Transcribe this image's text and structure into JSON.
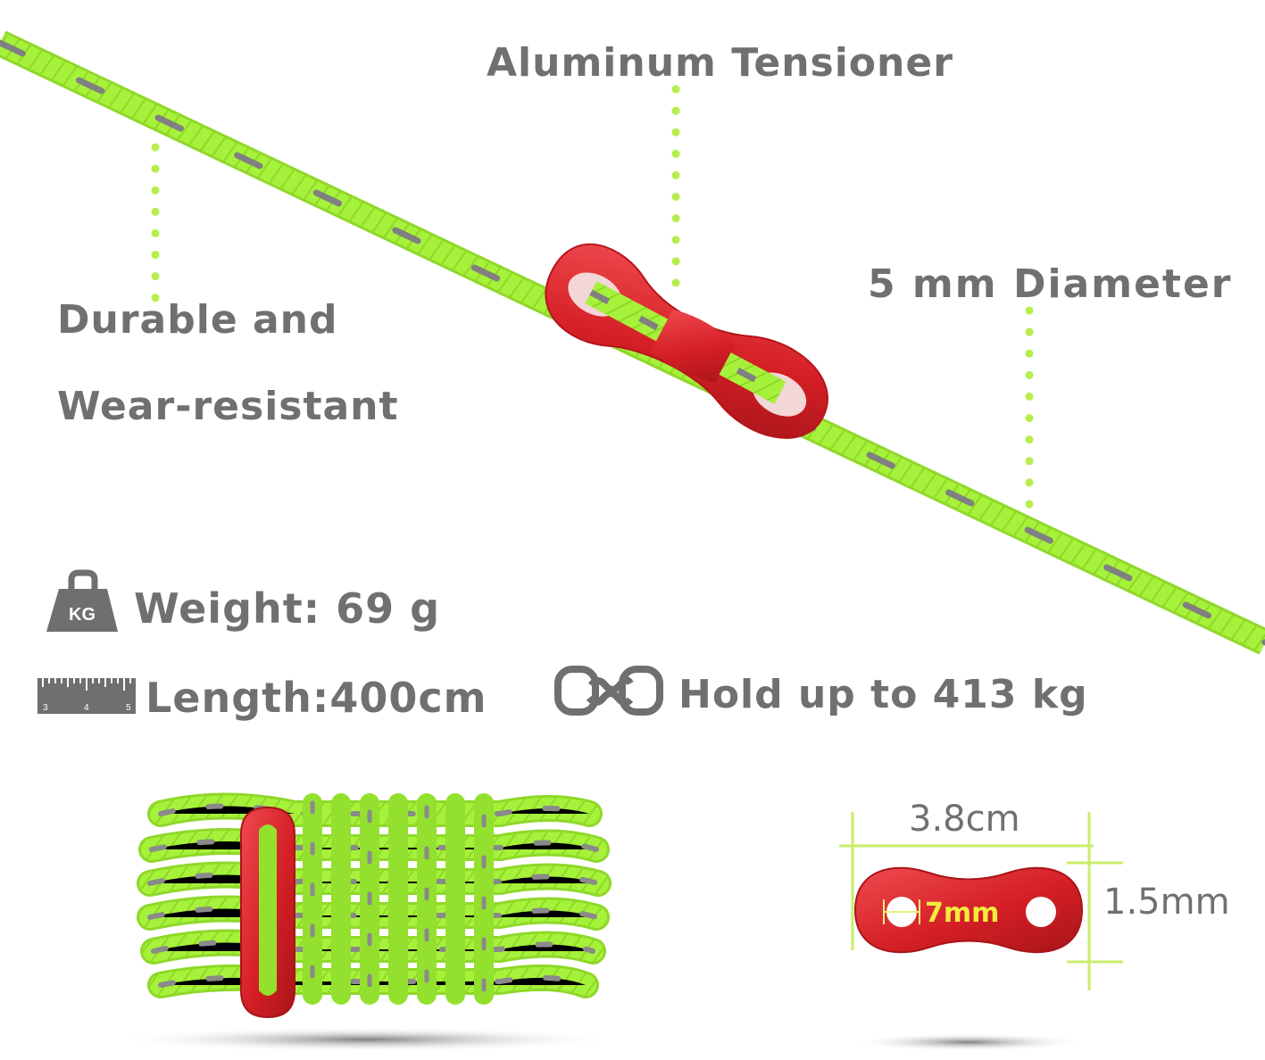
{
  "labels": {
    "tensioner": "Aluminum Tensioner",
    "diameter": "5 mm Diameter",
    "durable_line1": "Durable and",
    "durable_line2": "Wear-resistant",
    "weight": "Weight: 69 g",
    "length": "Length:400cm",
    "hold": "Hold up to 413 kg"
  },
  "icons": {
    "weight": "kettlebell-weight-icon",
    "weight_text": "KG",
    "ruler": "ruler-icon",
    "ruler_marks": [
      "3",
      "4",
      "5"
    ],
    "chain": "chain-link-icon"
  },
  "dimensions": {
    "width": "3.8cm",
    "thickness": "1.5mm",
    "hole": "7mm"
  },
  "colors": {
    "rope": "#a6f23a",
    "reflective": "#808080",
    "tensioner": "#d61f25",
    "leader": "#b6ee4e",
    "text": "#707070"
  }
}
